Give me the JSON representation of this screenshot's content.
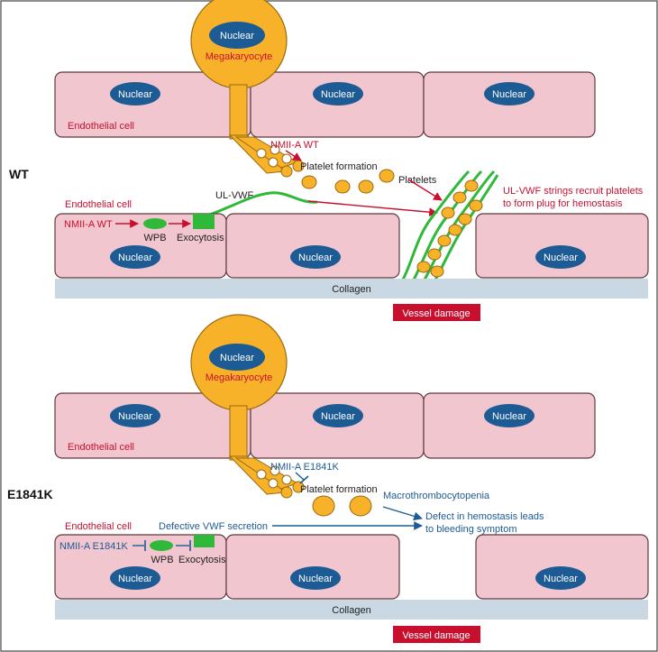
{
  "colors": {
    "cell_fill": "#F2C6CF",
    "cell_stroke": "#5C3A3F",
    "nucleus": "#1D5B94",
    "megakaryocyte": "#F7B22A",
    "megakaryocyte_stroke": "#9A6A10",
    "vwf_green": "#2FB83A",
    "collagen": "#C9D8E3",
    "red": "#C8102E",
    "blue": "#1D5B94",
    "dark": "#222222"
  },
  "wt": {
    "label": "WT",
    "nuclear": "Nuclear",
    "megakaryocyte": "Megakaryocyte",
    "endothelial_cell": "Endothelial cell",
    "nmii": "NMII-A WT",
    "platelet_formation": "Platelet formation",
    "platelets": "Platelets",
    "ul_vwf": "UL-VWF",
    "wpb": "WPB",
    "exocytosis": "Exocytosis",
    "recruit_line1": "UL-VWF strings recruit platelets",
    "recruit_line2": "to form plug for hemostasis",
    "collagen": "Collagen",
    "vessel_damage": "Vessel damage"
  },
  "mut": {
    "label": "E1841K",
    "nuclear": "Nuclear",
    "megakaryocyte": "Megakaryocyte",
    "endothelial_cell": "Endothelial cell",
    "nmii": "NMII-A E1841K",
    "platelet_formation": "Platelet formation",
    "macro": "Macrothrombocytopenia",
    "defective": "Defective VWF secretion",
    "defect_line1": "Defect in hemostasis leads",
    "defect_line2": "to bleeding symptom",
    "wpb": "WPB",
    "exocytosis": "Exocytosis",
    "collagen": "Collagen",
    "vessel_damage": "Vessel damage"
  }
}
